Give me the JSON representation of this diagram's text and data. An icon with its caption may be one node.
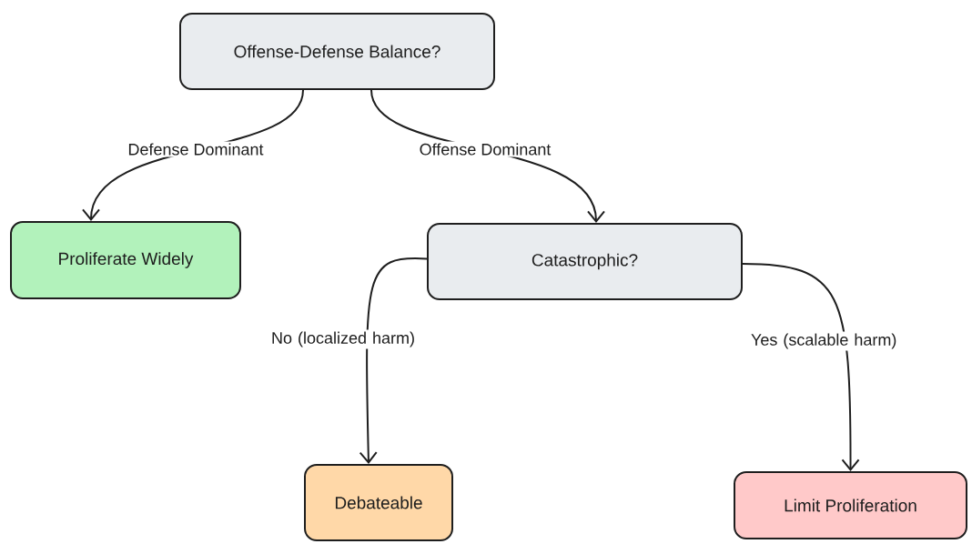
{
  "diagram": {
    "nodes": [
      {
        "text": [
          "Offense-Defense Balance?"
        ]
      },
      {
        "text": [
          "Proliferate Widely"
        ]
      },
      {
        "text": [
          "Catastrophic?"
        ]
      },
      {
        "text": [
          "Debateable"
        ]
      },
      {
        "text": [
          "Limit Proliferation"
        ]
      }
    ],
    "edges": [
      {
        "from": 0,
        "to": 1,
        "arrow": "to",
        "label": "Defense Dominant"
      },
      {
        "from": 0,
        "to": 2,
        "arrow": "to",
        "label": "Offense Dominant"
      },
      {
        "from": 2,
        "to": 3,
        "arrow": "to",
        "label": "No (localized harm)"
      },
      {
        "from": 2,
        "to": 4,
        "arrow": "to",
        "label": "Yes (scalable harm)"
      }
    ]
  }
}
